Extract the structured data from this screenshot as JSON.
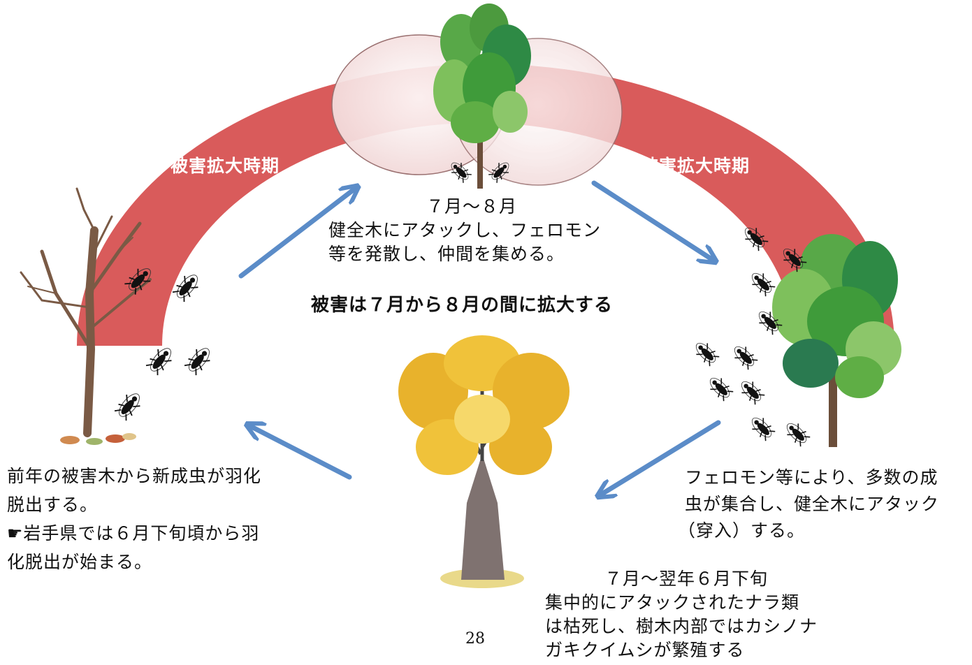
{
  "band_label_left": "被害拡大時期",
  "band_label_right": "被害拡大時期",
  "center_title": "被害は７月から８月の間に拡大する",
  "top": {
    "period": "７月～８月",
    "line1": "健全木にアタックし、フェロモン",
    "line2": "等を発散し、仲間を集める。"
  },
  "left": {
    "line1": "前年の被害木から新成虫が羽化",
    "line2": "脱出する。",
    "line3": "☛岩手県では６月下旬頃から羽",
    "line4": "化脱出が始まる。"
  },
  "right": {
    "line1": "フェロモン等により、多数の成",
    "line2": "虫が集合し、健全木にアタック",
    "line3": "（穿入）する。"
  },
  "bottom": {
    "period": "７月～翌年６月下旬",
    "line1": "集中的にアタックされたナラ類",
    "line2": "は枯死し、樹木内部ではカシノナ",
    "line3": "ガキクイムシが繁殖する"
  },
  "page_number": "28",
  "colors": {
    "band": "#d95b5b",
    "arrow": "#5b8cc8",
    "leaf_green": "#3f9b3a",
    "leaf_yellow": "#e8b22c",
    "trunk": "#7a5a45",
    "beetle": "#111111"
  }
}
